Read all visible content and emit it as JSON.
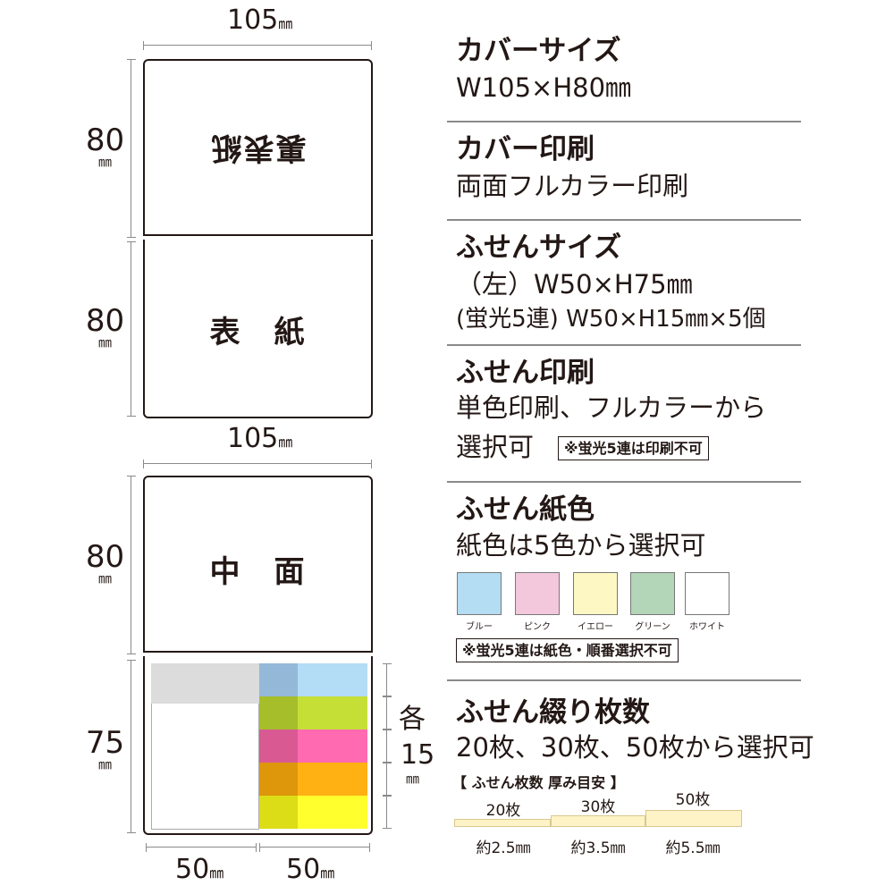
{
  "diagram": {
    "cover_width": "105",
    "mm_unit": "㎜",
    "cover_height_1": "80",
    "cover_height_2": "80",
    "inner_width": "105",
    "inner_height": "80",
    "sticky_height": "75",
    "upside_down_label": "裏表紙",
    "front_label": "表　紙",
    "inner_label": "中　面",
    "each_label": "各",
    "each_value": "15",
    "bottom_left_width": "50",
    "bottom_right_width": "50",
    "strip_colors": [
      {
        "left": "#94b8d8",
        "right": "#b3dcf6"
      },
      {
        "left": "#a5be2a",
        "right": "#c5df37"
      },
      {
        "left": "#d95a93",
        "right": "#ff6ab0"
      },
      {
        "left": "#de960b",
        "right": "#ffb012"
      },
      {
        "left": "#dcdc17",
        "right": "#ffff2e"
      }
    ],
    "gray_block_color": "#dcdcdc"
  },
  "specs": {
    "cover_size": {
      "title": "カバーサイズ",
      "value": "W105×H80㎜"
    },
    "cover_print": {
      "title": "カバー印刷",
      "value": "両面フルカラー印刷"
    },
    "sticky_size": {
      "title": "ふせんサイズ",
      "line1": "（左）W50×H75㎜",
      "line2": "(蛍光5連) W50×H15㎜×5個"
    },
    "sticky_print": {
      "title": "ふせん印刷",
      "line1": "単色印刷、フルカラーから",
      "line2": "選択可",
      "note": "※蛍光5連は印刷不可"
    },
    "paper_color": {
      "title": "ふせん紙色",
      "value": "紙色は5色から選択可",
      "swatches": [
        {
          "label": "ブルー",
          "color": "#b4dcf2"
        },
        {
          "label": "ピンク",
          "color": "#f3c8dc"
        },
        {
          "label": "イエロー",
          "color": "#fdf8c3"
        },
        {
          "label": "グリーン",
          "color": "#b3d5b8"
        },
        {
          "label": "ホワイト",
          "color": "#ffffff"
        }
      ],
      "note": "※蛍光5連は紙色・順番選択不可"
    },
    "sheet_count": {
      "title": "ふせん綴り枚数",
      "value": "20枚、30枚、50枚から選択可",
      "guide_title": "【 ふせん枚数 厚み目安 】",
      "pads": [
        {
          "count": "20枚",
          "thickness": "約2.5㎜"
        },
        {
          "count": "30枚",
          "thickness": "約3.5㎜"
        },
        {
          "count": "50枚",
          "thickness": "約5.5㎜"
        }
      ]
    }
  }
}
